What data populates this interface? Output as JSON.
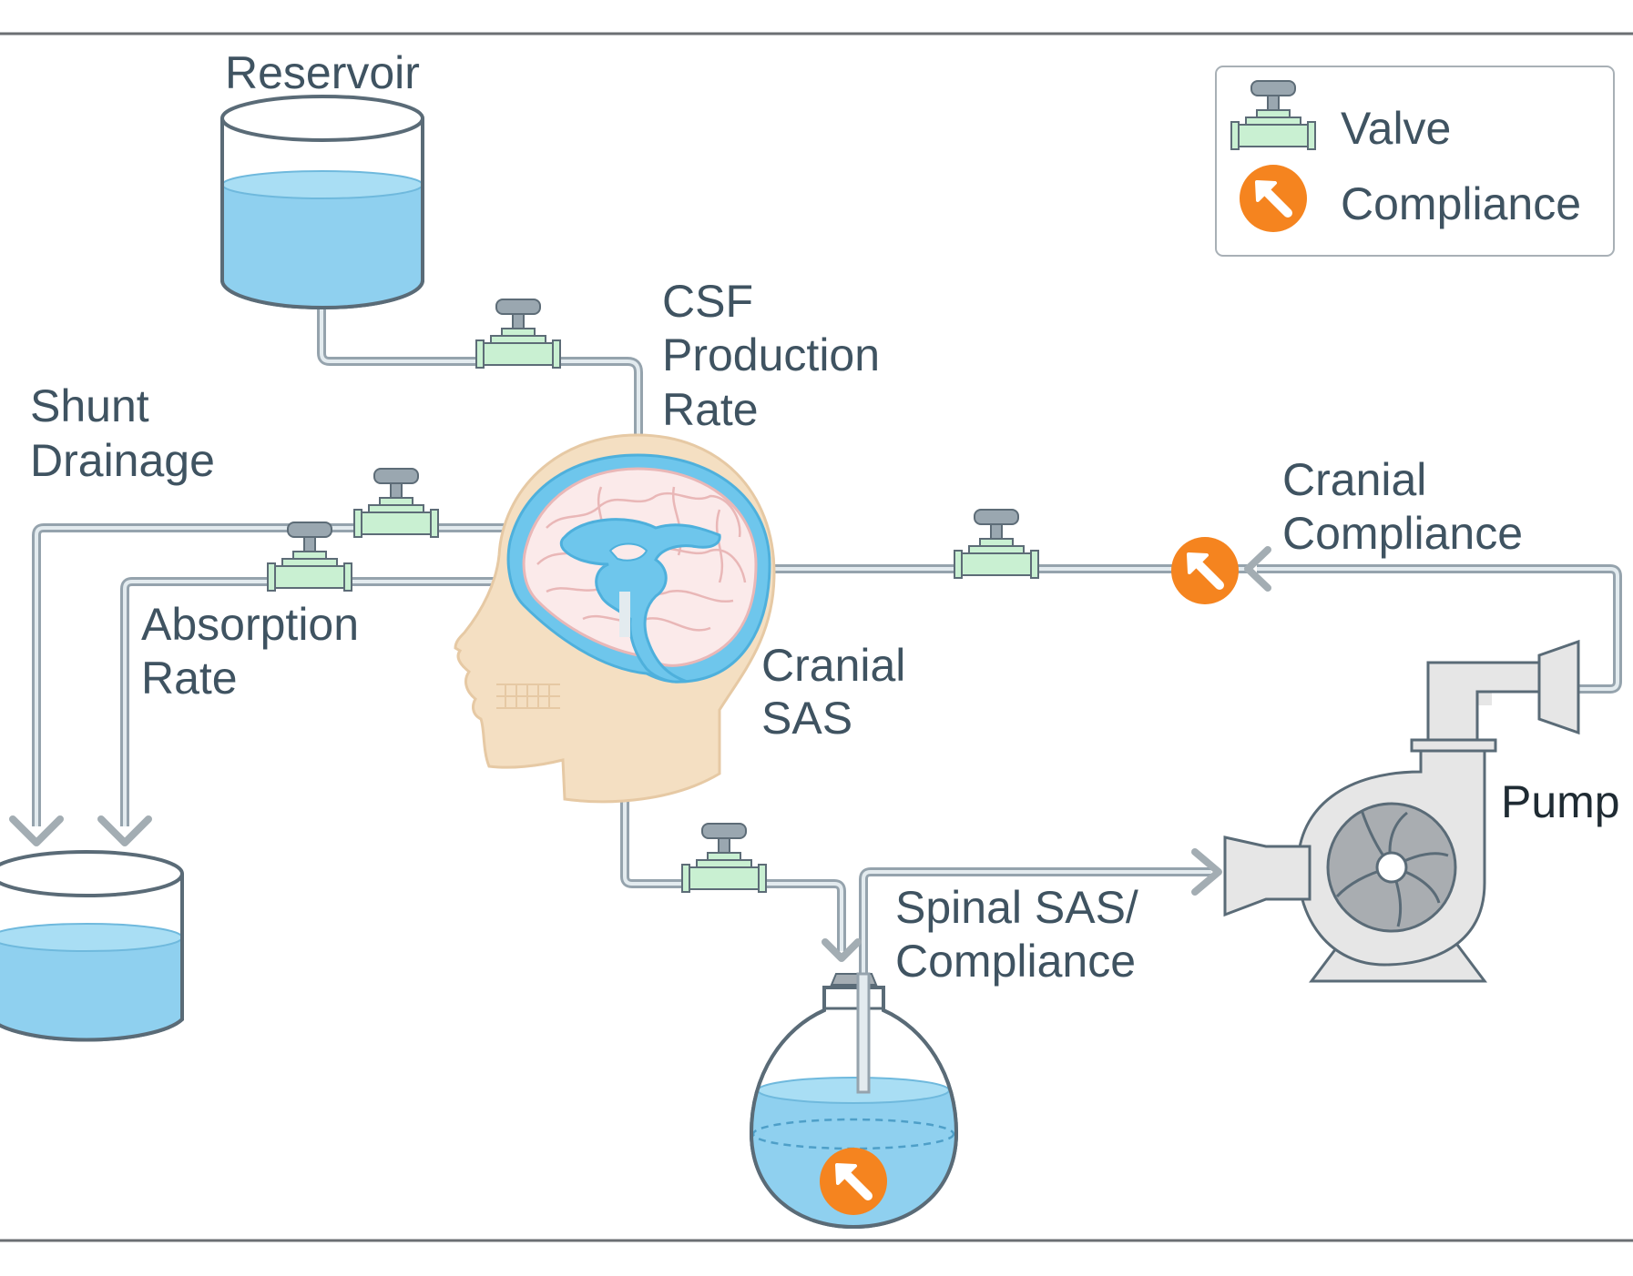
{
  "labels": {
    "reservoir": "Reservoir",
    "csf_production": [
      "CSF",
      "Production",
      "Rate"
    ],
    "shunt_drainage": [
      "Shunt",
      "Drainage"
    ],
    "absorption": [
      "Absorption",
      "Rate"
    ],
    "cranial_sas": [
      "Cranial",
      "SAS"
    ],
    "cranial_compliance": [
      "Cranial",
      "Compliance"
    ],
    "pump": "Pump",
    "spinal": [
      "Spinal SAS/",
      "Compliance"
    ]
  },
  "legend": {
    "valve": "Valve",
    "compliance": "Compliance"
  },
  "colors": {
    "text": "#3f5361",
    "water": "#8fd0ef",
    "pipe": "#a9b4bc",
    "valve_body": "#c9f0d2",
    "compliance": "#f5841f",
    "brain_fluid": "#6ec6ec",
    "skin": "#f4dfc2"
  },
  "icons": [
    "valve-icon",
    "compliance-icon",
    "pump-icon",
    "brain-icon",
    "flask-icon",
    "reservoir-icon"
  ]
}
